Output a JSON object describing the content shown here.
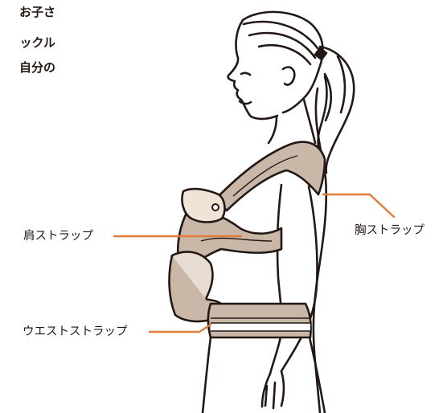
{
  "intro_fragments": [
    "お子さ",
    "ックル",
    "自分の"
  ],
  "labels": {
    "chest_strap": "胸ストラップ",
    "shoulder_strap": "肩ストラップ",
    "waist_strap": "ウエストストラップ"
  },
  "colors": {
    "leader_line": "#e07b39",
    "outline": "#231815",
    "strap_fill": "#c9b8a8",
    "strap_inner": "#e7ddd2",
    "baby_cap": "#efe4d6"
  }
}
